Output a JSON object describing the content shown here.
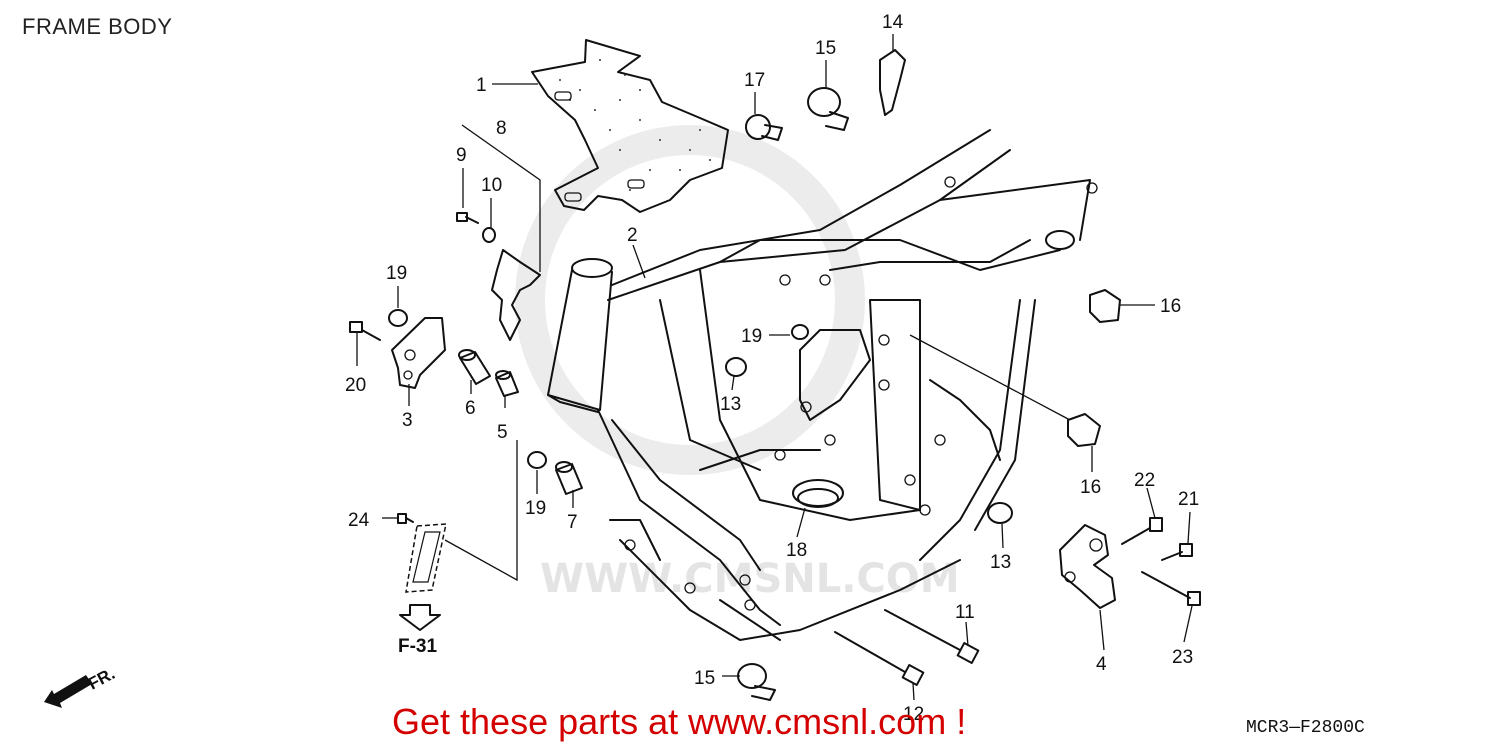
{
  "page_title": "FRAME BODY",
  "callouts": {
    "c1": "1",
    "c2": "2",
    "c3": "3",
    "c4": "4",
    "c5": "5",
    "c6": "6",
    "c7": "7",
    "c8": "8",
    "c9": "9",
    "c10": "10",
    "c11": "11",
    "c12": "12",
    "c13a": "13",
    "c13b": "13",
    "c14": "14",
    "c15a": "15",
    "c15b": "15",
    "c16a": "16",
    "c16b": "16",
    "c17": "17",
    "c18": "18",
    "c19a": "19",
    "c19b": "19",
    "c19c": "19",
    "c20": "20",
    "c21": "21",
    "c22": "22",
    "c23": "23",
    "c24": "24"
  },
  "reference_label": "F-31",
  "direction_label": "FR.",
  "banner_text": "Get these parts at www.cmsnl.com !",
  "diagram_code": "MCR3—F2800C",
  "watermark_text": "WWW.CMSNL.COM",
  "colors": {
    "banner": "#d40000",
    "ink": "#111111",
    "watermark": "#e4e4e4"
  }
}
